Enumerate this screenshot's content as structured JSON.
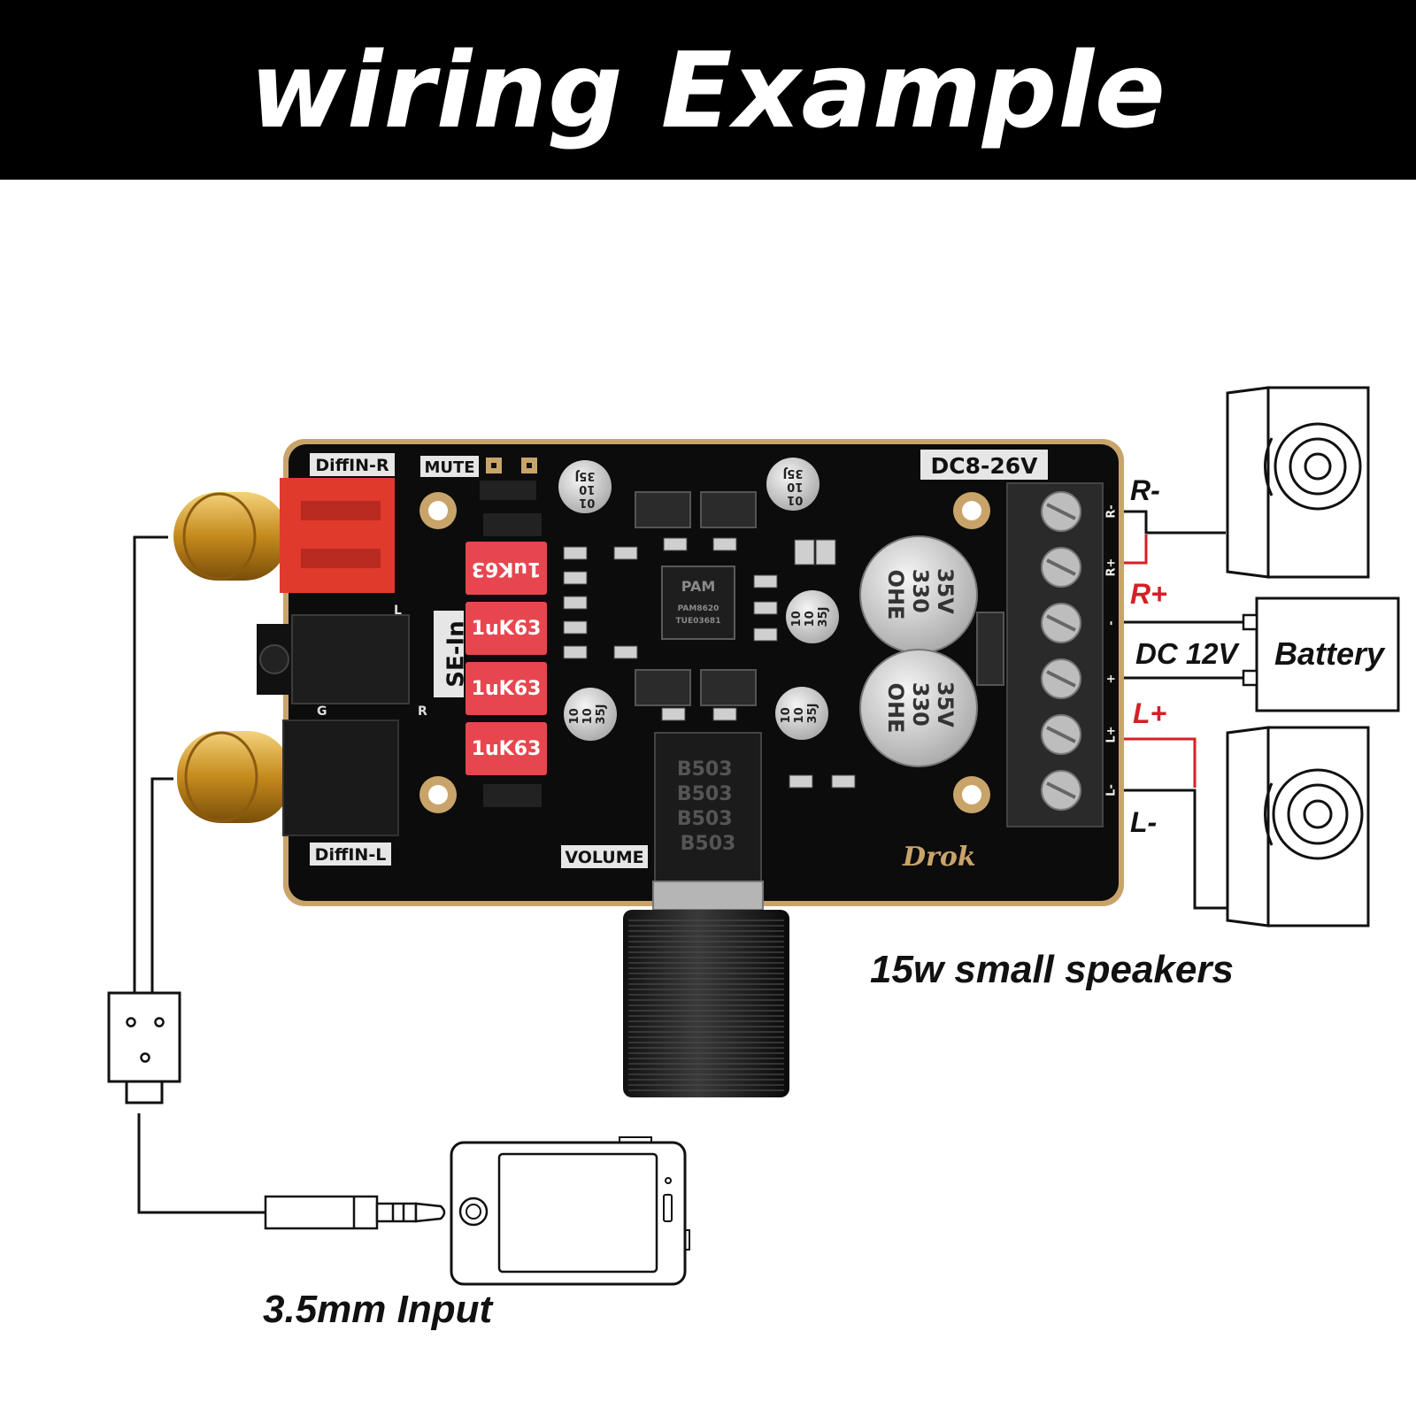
{
  "title": "wiring Example",
  "board": {
    "labels": {
      "diffin_r": "DiffIN-R",
      "mute": "MUTE",
      "dc_range": "DC8-26V",
      "se_in": "SE-In",
      "diffin_l": "DiffIN-L",
      "volume": "VOLUME",
      "brand": "Drok",
      "jack_l": "L",
      "jack_g": "G",
      "jack_r": "R",
      "chip_brand": "PAM",
      "chip_model": "PAM8620",
      "chip_code": "TUE03681"
    },
    "capacitors_film": [
      "1uK63",
      "1uK63",
      "1uK63",
      "1uK63"
    ],
    "capacitors_small": [
      [
        "01",
        "10",
        "35J"
      ],
      [
        "01",
        "10",
        "35J"
      ],
      [
        "10",
        "10",
        "35J"
      ],
      [
        "10",
        "10",
        "35J"
      ],
      [
        "10",
        "10",
        "35J"
      ]
    ],
    "capacitors_large": [
      [
        "35V",
        "330",
        "OHE"
      ],
      [
        "35V",
        "330",
        "OHE"
      ]
    ],
    "volume_pot": "B503",
    "terminal_pins": [
      "R-",
      "R+",
      "-",
      "+",
      "L+",
      "L-"
    ]
  },
  "wiring": {
    "r_minus": "R-",
    "r_plus": "R+",
    "dc": "DC 12V",
    "l_plus": "L+",
    "l_minus": "L-",
    "battery": "Battery",
    "speakers_caption": "15w small speakers",
    "input_caption": "3.5mm Input"
  },
  "colors": {
    "positive_wire": "#d61f26",
    "wire": "#111111",
    "pcb": "#0c0c0c",
    "pcb_edge": "#c9a46a",
    "film_cap": "#e8464f",
    "header_red": "#e03a2c",
    "rca_gold": "#d6a32e"
  }
}
